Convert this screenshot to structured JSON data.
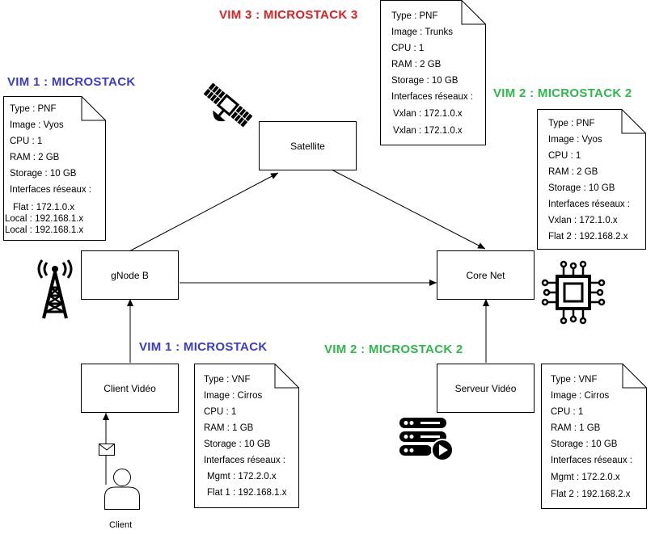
{
  "colors": {
    "vim1": "#3b3bcc",
    "vim2": "#2eb84a",
    "vim3": "#e02020"
  },
  "titles": {
    "vim1_top": "VIM 1 : MICROSTACK",
    "vim1_bottom": "VIM 1 : MICROSTACK",
    "vim2_top": "VIM 2 : MICROSTACK 2",
    "vim2_bottom": "VIM 2 : MICROSTACK 2",
    "vim3": "VIM 3 : MICROSTACK 3"
  },
  "nodes": {
    "satellite": "Satellite",
    "gnodeb": "gNode B",
    "corenet": "Core Net",
    "client_video": "Client Vidéo",
    "serveur_video": "Serveur Vidéo",
    "client": "Client"
  },
  "notes": {
    "vim1_top": [
      "Type : PNF",
      "Image : Vyos",
      "CPU : 1",
      "RAM : 2 GB",
      "Storage : 10 GB",
      "Interfaces réseaux :",
      "Flat : 172.1.0.x",
      "Local : 192.168.1.x",
      "Local : 192.168.1.x"
    ],
    "vim3": [
      "Type : PNF",
      "Image : Trunks",
      "CPU : 1",
      "RAM : 2 GB",
      "Storage : 10 GB",
      "Interfaces réseaux :",
      "Vxlan : 172.1.0.x",
      "Vxlan : 172.1.0.x"
    ],
    "vim2_top": [
      "Type : PNF",
      "Image : Vyos",
      "CPU : 1",
      "RAM : 2 GB",
      "Storage : 10 GB",
      "Interfaces réseaux :",
      "Vxlan : 172.1.0.x",
      "Flat 2 : 192.168.2.x"
    ],
    "vim1_bottom": [
      "Type : VNF",
      "Image : Cirros",
      "CPU : 1",
      "RAM : 1 GB",
      "Storage : 10 GB",
      "Interfaces réseaux :",
      "Mgmt : 172.2.0.x",
      "Flat 1 : 192.168.1.x"
    ],
    "vim2_bottom": [
      "Type : VNF",
      "Image : Cirros",
      "CPU : 1",
      "RAM : 1 GB",
      "Storage : 10 GB",
      "Interfaces réseaux :",
      "Mgmt : 172.2.0.x",
      "Flat 2 : 192.168.2.x"
    ]
  },
  "icons": {
    "satellite": "satellite-icon",
    "tower": "antenna-tower-icon",
    "chip": "cpu-chip-icon",
    "server": "video-server-icon",
    "mail": "envelope-icon",
    "user": "user-icon"
  }
}
